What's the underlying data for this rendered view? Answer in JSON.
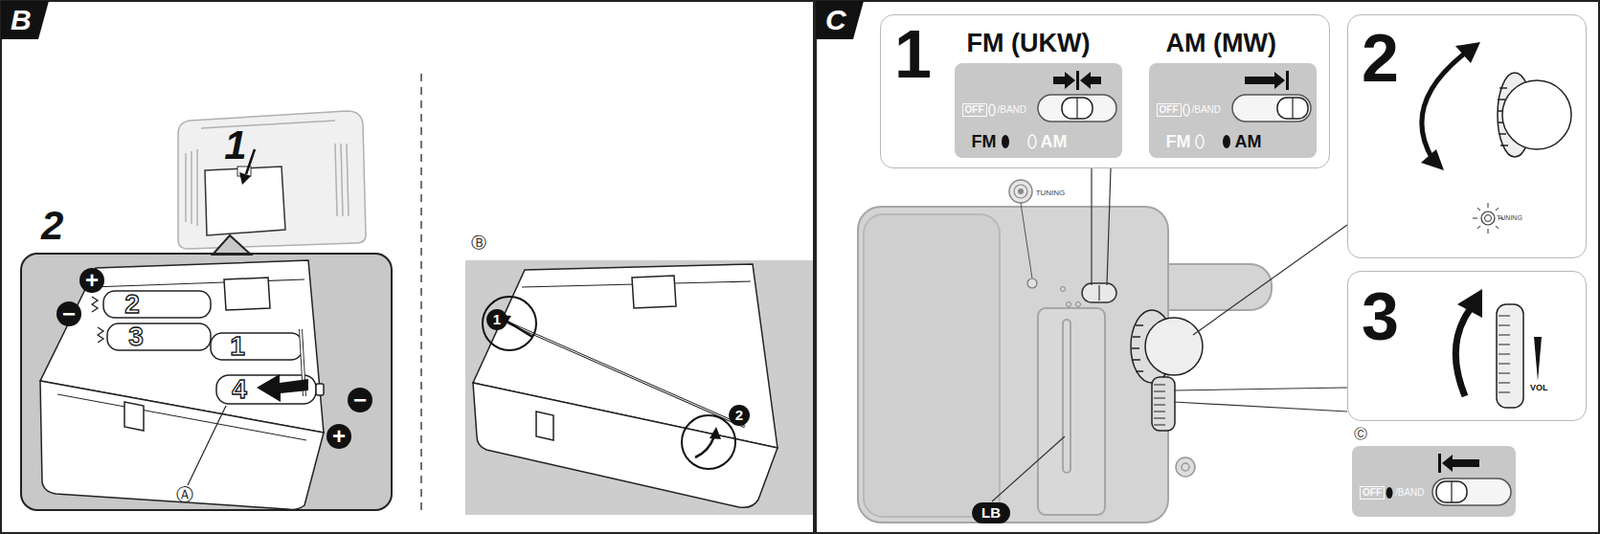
{
  "diagram": {
    "nodes": [
      {
        "text": [
          "B"
        ]
      },
      {
        "text": [
          "2"
        ],
        "in": 0
      },
      {
        "text": [
          "C"
        ]
      },
      {
        "text": [
          "1"
        ],
        "in": 2
      },
      {
        "text": [
          "FM (UKW)",
          "OFF",
          "/BAND",
          "FM",
          "AM"
        ],
        "in": 3
      },
      {
        "text": [
          "AM (MW)",
          "OFF",
          "/BAND",
          "FM",
          "AM"
        ],
        "in": 3
      },
      {
        "text": [
          "2",
          "TUNING"
        ],
        "in": 2
      },
      {
        "text": [
          "3",
          "VOL"
        ],
        "in": 2
      },
      {
        "text": [
          "Ⓒ",
          "OFF",
          "/BAND"
        ],
        "in": 2
      }
    ],
    "labels": [
      "1",
      "2",
      "3",
      "1",
      "4",
      "+",
      "−",
      "−",
      "+",
      "Ⓐ",
      "Ⓑ",
      "1",
      "2",
      "TUNING",
      "LB"
    ]
  }
}
